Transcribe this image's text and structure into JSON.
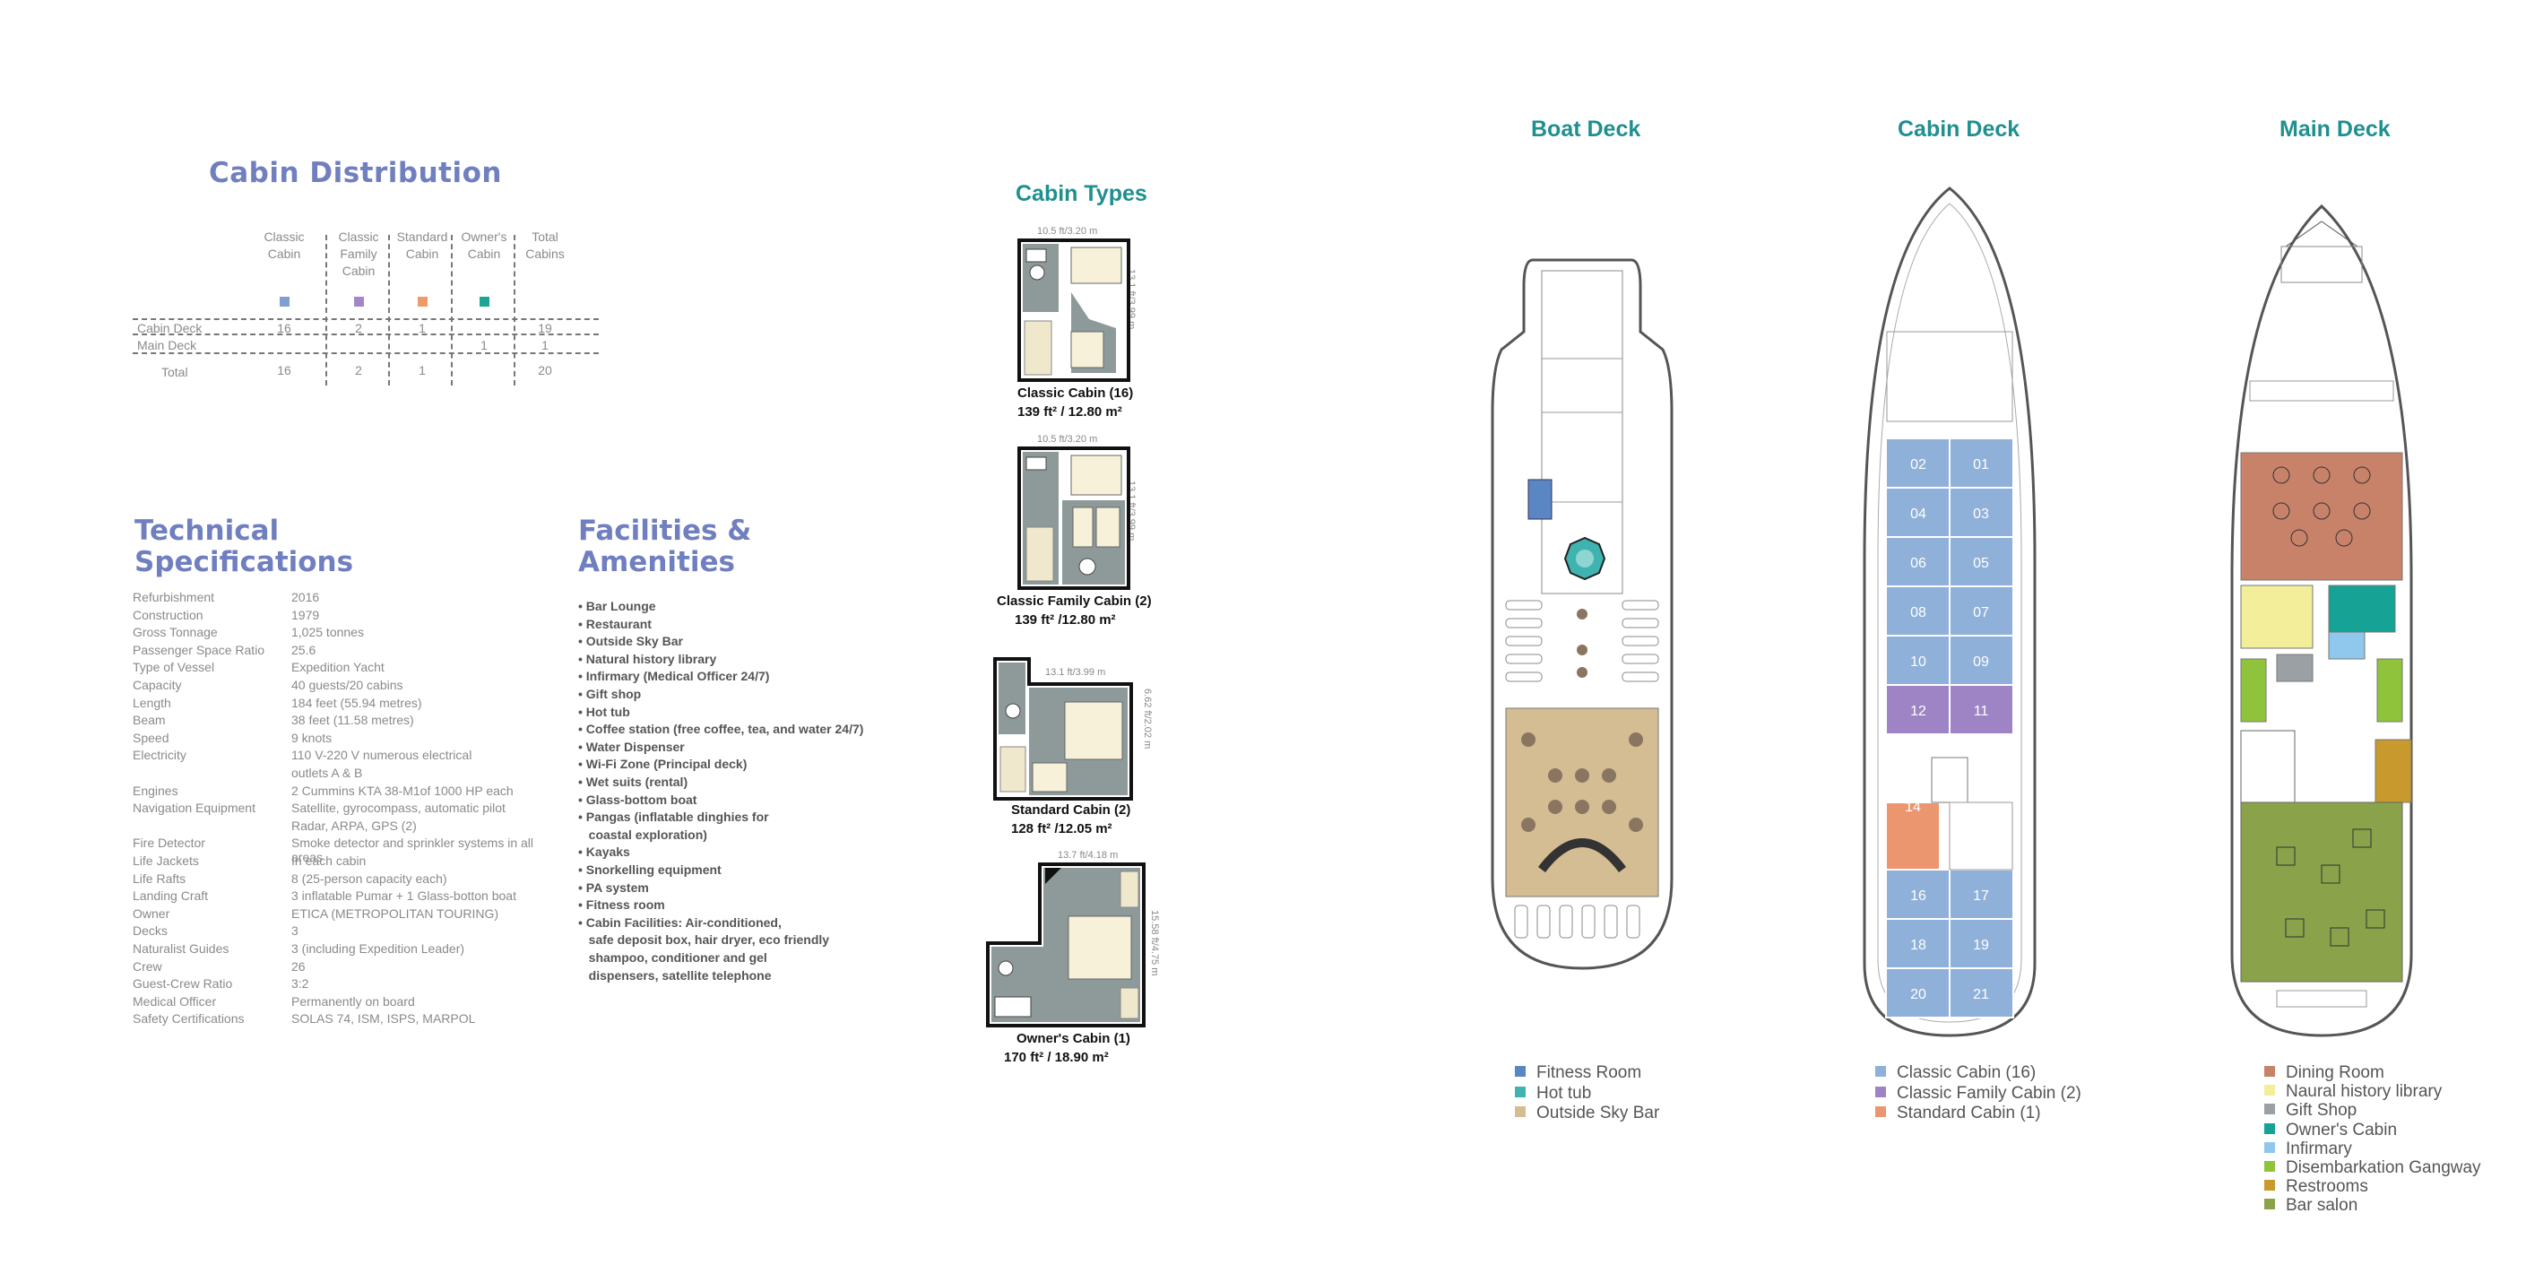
{
  "cabin_distribution": {
    "title": "Cabin Distribution",
    "columns": [
      "Classic Cabin",
      "Classic Family Cabin",
      "Standard Cabin",
      "Owner's Cabin",
      "Total Cabins"
    ],
    "column_colors": [
      "#7f9fd1",
      "#a486c8",
      "#ee9a6a",
      "#1aa596"
    ],
    "rows": [
      {
        "label": "Cabin Deck",
        "values": [
          "16",
          "2",
          "1",
          "",
          "19"
        ]
      },
      {
        "label": "Main Deck",
        "values": [
          "",
          "",
          "",
          "1",
          "1"
        ]
      },
      {
        "label": "Total",
        "values": [
          "16",
          "2",
          "1",
          "",
          "20"
        ]
      }
    ]
  },
  "tech_specs": {
    "title_line1": "Technical",
    "title_line2": "Specifications",
    "rows": [
      {
        "label": "Refurbishment",
        "value": "2016"
      },
      {
        "label": "Construction",
        "value": "1979"
      },
      {
        "label": "Gross Tonnage",
        "value": "1,025 tonnes"
      },
      {
        "label": "Passenger Space Ratio",
        "value": "25.6"
      },
      {
        "label": "Type of Vessel",
        "value": "Expedition Yacht"
      },
      {
        "label": "Capacity",
        "value": "40 guests/20 cabins"
      },
      {
        "label": "Length",
        "value": "184 feet (55.94 metres)"
      },
      {
        "label": "Beam",
        "value": "38 feet (11.58 metres)"
      },
      {
        "label": "Speed",
        "value": "9 knots"
      },
      {
        "label": "Electricity",
        "value": "110 V-220 V numerous electrical"
      },
      {
        "label": "",
        "value": "outlets A & B"
      },
      {
        "label": "Engines",
        "value": "2 Cummins KTA 38-M1of 1000 HP each"
      },
      {
        "label": "Navigation Equipment",
        "value": "Satellite, gyrocompass, automatic pilot"
      },
      {
        "label": "",
        "value": "Radar, ARPA, GPS (2)"
      },
      {
        "label": "Fire Detector",
        "value": "Smoke detector and sprinkler systems in all areas"
      },
      {
        "label": "Life Jackets",
        "value": "In each cabin"
      },
      {
        "label": "Life Rafts",
        "value": "8 (25-person capacity each)"
      },
      {
        "label": "Landing Craft",
        "value": "3 inflatable Pumar + 1 Glass-botton boat"
      },
      {
        "label": "Owner",
        "value": "ETICA (METROPOLITAN TOURING)"
      },
      {
        "label": "Decks",
        "value": "3"
      },
      {
        "label": "Naturalist Guides",
        "value": "3 (including Expedition Leader)"
      },
      {
        "label": "Crew",
        "value": "26"
      },
      {
        "label": "Guest-Crew Ratio",
        "value": "3:2"
      },
      {
        "label": "Medical Officer",
        "value": "Permanently on board"
      },
      {
        "label": "Safety Certifications",
        "value": "SOLAS 74, ISM, ISPS, MARPOL"
      }
    ]
  },
  "facilities": {
    "title_line1": "Facilities &",
    "title_line2": "Amenities",
    "items": [
      "• Bar Lounge",
      "• Restaurant",
      "• Outside Sky Bar",
      "• Natural history library",
      "• Infirmary (Medical Officer 24/7)",
      "• Gift shop",
      "• Hot tub",
      "• Coffee station (free coffee, tea, and water 24/7)",
      "• Water Dispenser",
      "• Wi-Fi Zone (Principal deck)",
      "• Wet suits (rental)",
      "• Glass-bottom boat",
      "• Pangas (inflatable dinghies for",
      "   coastal exploration)",
      "• Kayaks",
      "• Snorkelling equipment",
      "• PA system",
      "• Fitness room",
      "• Cabin Facilities: Air-conditioned,",
      "   safe deposit box, hair dryer, eco friendly",
      "   shampoo, conditioner and gel",
      "   dispensers, satellite telephone"
    ]
  },
  "cabin_types": {
    "title": "Cabin Types",
    "cabins": [
      {
        "width_label": "10.5 ft/3.20 m",
        "height_label": "13.1 ft/3.99 m",
        "name": "Classic Cabin (16)",
        "area": "139 ft² / 12.80 m²"
      },
      {
        "width_label": "10.5 ft/3.20 m",
        "height_label": "13.1 ft/3.99 m",
        "name": "Classic Family Cabin (2)",
        "area": "139 ft² /12.80 m²"
      },
      {
        "width_label": "13.1 ft/3.99 m",
        "height_label": "6.62 ft/2.02 m",
        "name": "Standard Cabin (2)",
        "area": "128 ft² /12.05 m²"
      },
      {
        "width_label": "13.7 ft/4.18 m",
        "height_label": "15.58 ft/4.75 m",
        "name": "Owner's Cabin (1)",
        "area": "170 ft² / 18.90 m²"
      }
    ]
  },
  "decks": {
    "boat": {
      "title": "Boat Deck",
      "legend": [
        {
          "label": "Fitness Room",
          "color": "#5b86c4"
        },
        {
          "label": "Hot tub",
          "color": "#3fb3b0"
        },
        {
          "label": "Outside Sky Bar",
          "color": "#d4bc93"
        }
      ]
    },
    "cabin": {
      "title": "Cabin Deck",
      "cabin_numbers": [
        "02",
        "01",
        "04",
        "03",
        "06",
        "05",
        "08",
        "07",
        "10",
        "09",
        "12",
        "11",
        "14",
        "16",
        "17",
        "18",
        "19",
        "20",
        "21"
      ],
      "legend": [
        {
          "label": "Classic Cabin (16)",
          "color": "#8fb0d8"
        },
        {
          "label": "Classic Family Cabin (2)",
          "color": "#9e84c5"
        },
        {
          "label": "Standard Cabin (1)",
          "color": "#ec9670"
        }
      ]
    },
    "main": {
      "title": "Main Deck",
      "legend": [
        {
          "label": "Dining Room",
          "color": "#c8826a"
        },
        {
          "label": "Naural history library",
          "color": "#f2ee9a"
        },
        {
          "label": "Gift Shop",
          "color": "#9aa0a3"
        },
        {
          "label": "Owner's Cabin",
          "color": "#16a396"
        },
        {
          "label": "Infirmary",
          "color": "#8fc8ec"
        },
        {
          "label": "Disembarkation Gangway",
          "color": "#8fc33c"
        },
        {
          "label": "Restrooms",
          "color": "#c89a2e"
        },
        {
          "label": "Bar salon",
          "color": "#8aa24a"
        }
      ]
    }
  }
}
